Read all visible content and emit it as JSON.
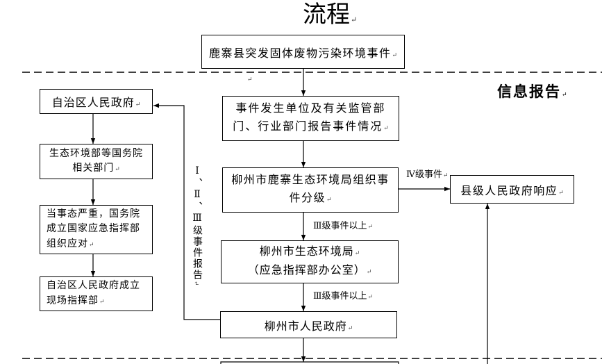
{
  "title": "流程",
  "paragraph_mark": "↵",
  "section_label": "信息报告",
  "main_flow": {
    "start_event": "鹿寨县突发固体废物污染环境事件",
    "report_lines": [
      "事件发生单位及有关监管部",
      "门、行业部门报告事件情况"
    ],
    "classification_lines": [
      "柳州市鹿寨生态环境局组织事",
      "件分级"
    ],
    "city_bureau_lines": [
      "柳州市生态环境局",
      "（应急指挥部办公室）"
    ],
    "city_government": "柳州市人民政府"
  },
  "county_response": "县级人民政府响应",
  "edge_labels": {
    "level_iv": "Ⅳ级事件",
    "level_iii_up_first": "Ⅲ级事件以上",
    "level_iii_up_second": "Ⅲ级事件以上",
    "levels_i_to_iii_report": "Ⅰ、Ⅱ、Ⅲ级事件报告"
  },
  "region_flow": {
    "region_government": "自治区人民政府",
    "ministry_lines": [
      "生态环境部等国务院",
      "相关部门"
    ],
    "state_council_lines": [
      "当事态严重，国务院",
      "成立国家应急指挥部",
      "组织应对"
    ],
    "field_command_lines": [
      "自治区人民政府成立",
      "现场指挥部"
    ]
  }
}
